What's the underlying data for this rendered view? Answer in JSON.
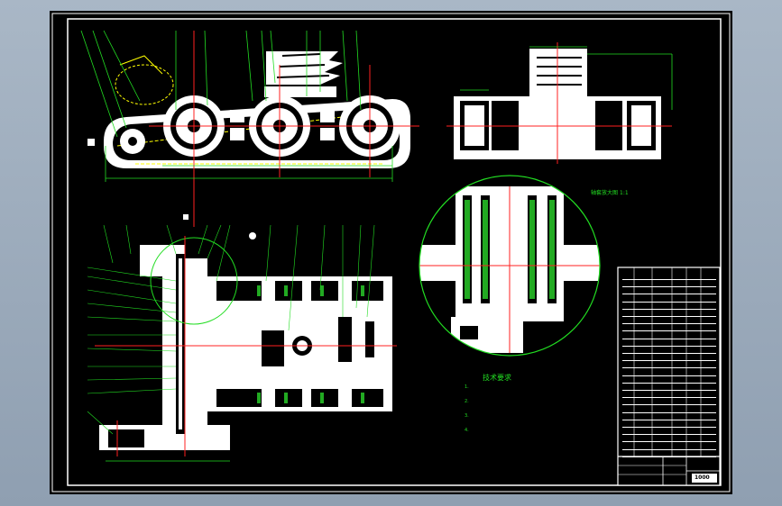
{
  "drawing": {
    "detail_view_title": "轴套放大图",
    "detail_view_scale": "1:1",
    "notes_title": "技术要求",
    "notes": [
      "1.",
      "2.",
      "3.",
      "4."
    ],
    "title_block_mark": "1000"
  },
  "colors": {
    "page_background": "#9aa9bb",
    "sheet_background": "#000000",
    "outline": "#ffffff",
    "fill": "#ffffff",
    "annotation": "#22dd22",
    "section_hatch": "#22aa22",
    "centerline": "#ff2020",
    "hidden_line": "#ffff00"
  }
}
